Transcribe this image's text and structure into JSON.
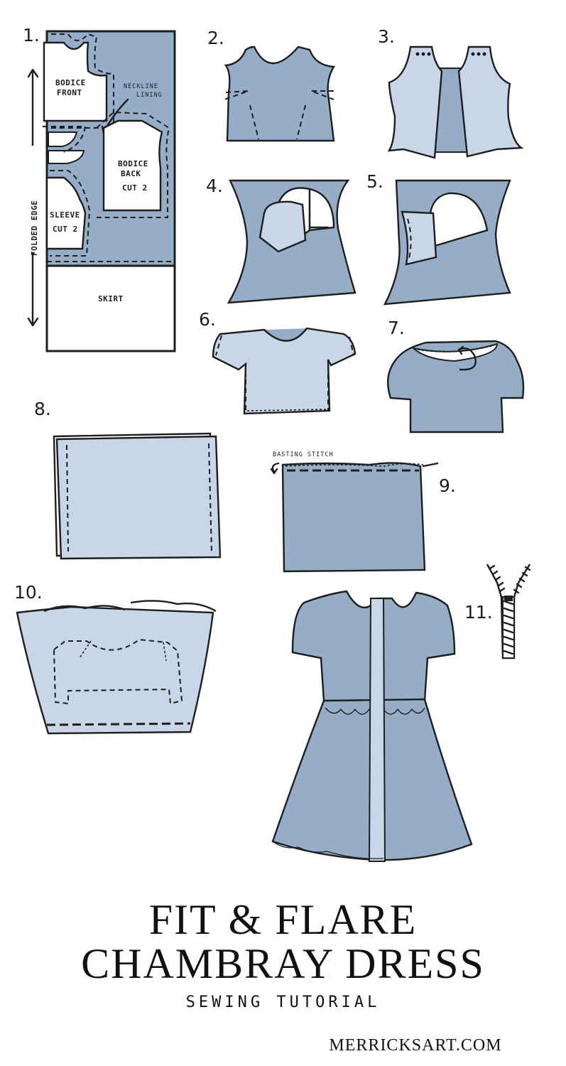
{
  "colors": {
    "fabric_dark": "#96adc8",
    "fabric_light": "#c9d6e8",
    "ink": "#1e1e1e",
    "background": "#ffffff"
  },
  "step_numbers": [
    "1.",
    "2.",
    "3.",
    "4.",
    "5.",
    "6.",
    "7.",
    "8.",
    "9.",
    "10.",
    "11."
  ],
  "layout_labels": {
    "bodice_front": [
      "BODICE",
      "FRONT"
    ],
    "neckline_lining": [
      "NECKLINE",
      "LINING"
    ],
    "bodice_back": [
      "BODICE",
      "BACK",
      "CUT 2"
    ],
    "sleeve": [
      "SLEEVE",
      "CUT 2"
    ],
    "folded_edge": "FOLDED EDGE",
    "skirt": "SKIRT"
  },
  "basting_stitch_label": "BASTING STITCH",
  "icons": [
    "zipper-icon"
  ],
  "title_line1": "FIT & FLARE",
  "title_line2": "CHAMBRAY DRESS",
  "subtitle": "SEWING TUTORIAL",
  "website": "MERRICKSART.COM"
}
